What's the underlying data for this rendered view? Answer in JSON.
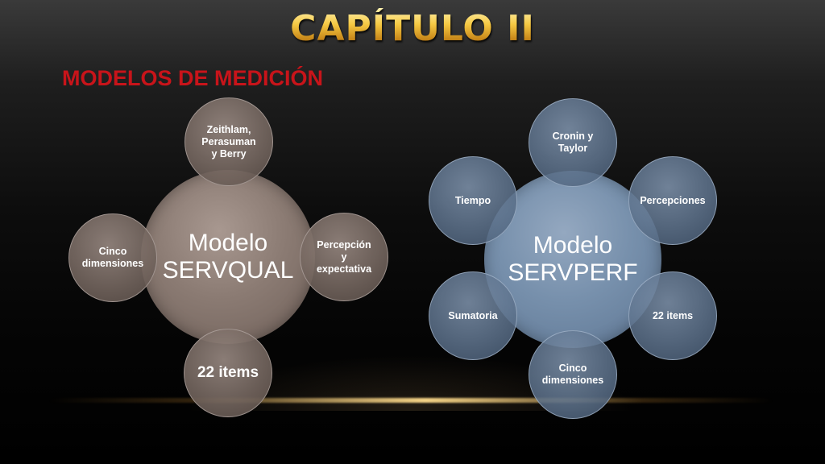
{
  "slide": {
    "title": "CAPÍTULO II",
    "subtitle": "MODELOS DE MEDICIÓN"
  },
  "servqual": {
    "center": "Modelo\nSERVQUAL",
    "top": "Zeithlam,\nPerasuman\ny Berry",
    "left": "Cinco\ndimensiones",
    "right": "Percepción\ny\nexpectativa",
    "bottom": "22 items"
  },
  "servperf": {
    "center": "Modelo\nSERVPERF",
    "top": "Cronin y\nTaylor",
    "upper_right": "Percepciones",
    "lower_right": "22 items",
    "bottom": "Cinco\ndimensiones",
    "lower_left": "Sumatoria",
    "upper_left": "Tiempo"
  },
  "colors": {
    "title_gold": "#f5c842",
    "subtitle_red": "#c8141a",
    "servqual_brown": "#8b7b73",
    "servperf_blue": "#7790ac"
  }
}
